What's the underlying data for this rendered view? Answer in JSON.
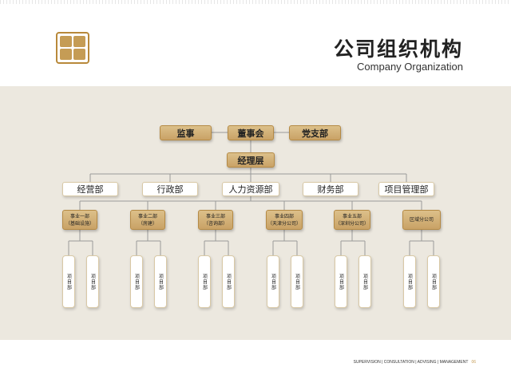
{
  "header": {
    "title_cn": "公司组织机构",
    "title_en": "Company Organization"
  },
  "org": {
    "top_row": [
      "监事",
      "董事会",
      "党支部"
    ],
    "manager": "经理层",
    "departments": [
      "经营部",
      "行政部",
      "人力资源部",
      "财务部",
      "项目管理部"
    ],
    "divisions": [
      {
        "line1": "事业一部",
        "line2": "（基础设施）"
      },
      {
        "line1": "事业二部",
        "line2": "（房建）"
      },
      {
        "line1": "事业三部",
        "line2": "（咨询部）"
      },
      {
        "line1": "事业四部",
        "line2": "（天津分公司）"
      },
      {
        "line1": "事业五部",
        "line2": "（深圳分公司）"
      },
      {
        "line1": "区域分公司",
        "line2": ""
      }
    ],
    "project_label": "项目部"
  },
  "footer": {
    "text": "SUPERVISION | CONSULTATION | ADVISING | MANAGEMENT",
    "page": "06"
  },
  "colors": {
    "gold": "#c9a266",
    "panel": "#ece8df",
    "line": "#9a9a9a"
  }
}
